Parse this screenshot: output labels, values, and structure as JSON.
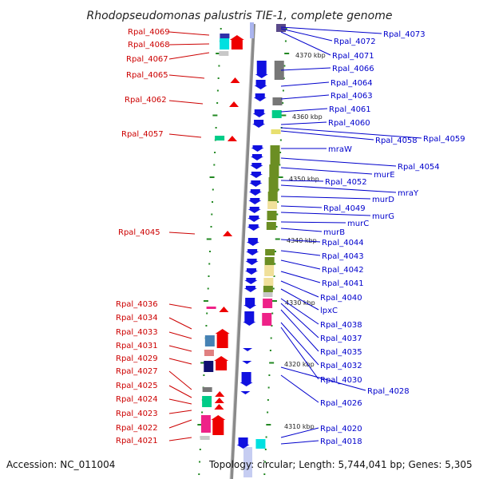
{
  "title": "Rhodopseudomonas palustris TIE-1, complete genome",
  "accession": "Accession: NC_011004",
  "topology": "Topology: circular; Length: 5,744,041 bp; Genes: 5,305",
  "colors": {
    "forward": "#ee0000",
    "reverse": "#0000dd",
    "backbone": "#808080",
    "tick": "#228822"
  },
  "kbp_marks": [
    "4370 kbp",
    "4360 kbp",
    "4350 kbp",
    "4340 kbp",
    "4330 kbp",
    "4320 kbp",
    "4310 kbp"
  ],
  "left_labels": [
    "Rpal_4069",
    "Rpal_4068",
    "Rpal_4067",
    "Rpal_4065",
    "Rpal_4062",
    "Rpal_4057",
    "Rpal_4045",
    "Rpal_4036",
    "Rpal_4034",
    "Rpal_4033",
    "Rpal_4031",
    "Rpal_4029",
    "Rpal_4027",
    "Rpal_4025",
    "Rpal_4024",
    "Rpal_4023",
    "Rpal_4022",
    "Rpal_4021"
  ],
  "right_labels": [
    "Rpal_4073",
    "Rpal_4072",
    "Rpal_4071",
    "Rpal_4066",
    "Rpal_4064",
    "Rpal_4063",
    "Rpal_4061",
    "Rpal_4060",
    "Rpal_4059",
    "Rpal_4058",
    "mraW",
    "Rpal_4054",
    "murE",
    "Rpal_4052",
    "mraY",
    "murD",
    "Rpal_4049",
    "murG",
    "murC",
    "murB",
    "Rpal_4044",
    "Rpal_4043",
    "Rpal_4042",
    "Rpal_4041",
    "Rpal_4040",
    "lpxC",
    "Rpal_4038",
    "Rpal_4037",
    "Rpal_4035",
    "Rpal_4032",
    "Rpal_4030",
    "Rpal_4028",
    "Rpal_4026",
    "Rpal_4020",
    "Rpal_4018"
  ]
}
